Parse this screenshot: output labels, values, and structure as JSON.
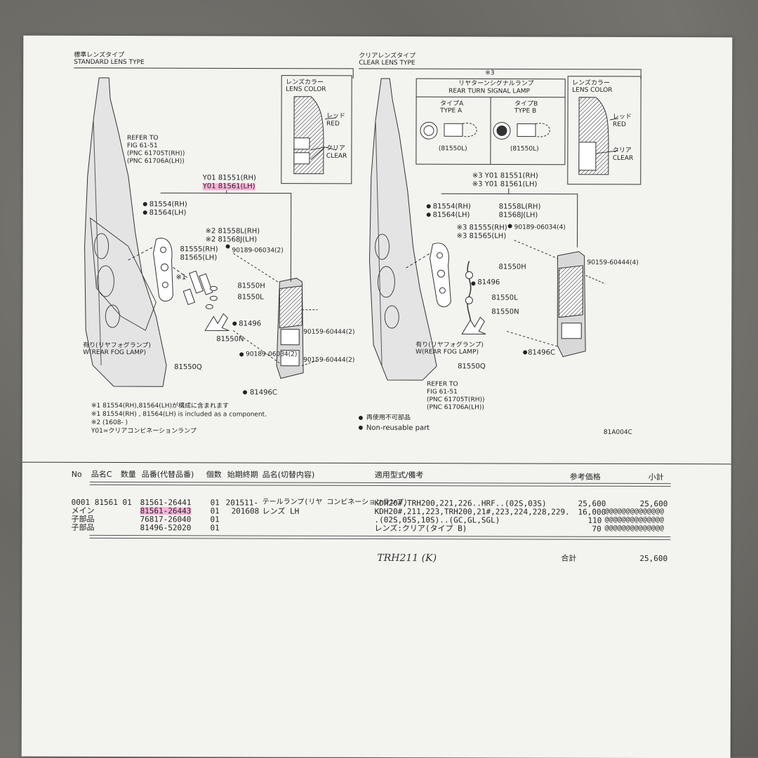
{
  "diagram": {
    "left_header_jp": "標準レンズタイプ",
    "left_header_en": "STANDARD LENS TYPE",
    "right_header_jp": "クリアレンズタイプ",
    "right_header_en": "CLEAR LENS TYPE",
    "lens_color_jp": "レンズカラー",
    "lens_color_en": "LENS COLOR",
    "red_jp": "レッド",
    "red_en": "RED",
    "clear_jp": "クリア",
    "clear_en": "CLEAR",
    "refer_to": "REFER TO",
    "fig": "FIG 61-51",
    "pnc_rh": "(PNC 61705T(RH))",
    "pnc_lh": "(PNC 61706A(LH))",
    "left_parts": {
      "y01_rh": "Y01 81551(RH)",
      "y01_lh": "Y01 81561(LH)",
      "p81554": "81554(RH)",
      "p81564": "81564(LH)",
      "x2_81558": "※2 81558L(RH)",
      "x2_81568": "※2 81568J(LH)",
      "p90189a": "90189-06034(2)",
      "p81555": "81555(RH)",
      "p81565": "81565(LH)",
      "x1": "※1",
      "p81550h": "81550H",
      "p81550l": "81550L",
      "p81496": "81496",
      "p81550n": "81550N",
      "p90159a": "90159-60444(2)",
      "fog_jp": "有り(リヤフォグランプ)",
      "fog_en": "W(REAR FOG LAMP)",
      "p90189b": "90189-06034(2)",
      "p90159b": "90159-60444(2)",
      "p81550q": "81550Q",
      "p81496c": "81496C"
    },
    "notes": [
      "※1 81554(RH),81564(LH)が構成に含まれます",
      "※1 81554(RH) , 81564(LH) is included as a component.",
      "※2 (1608-      )",
      "Y01=クリアコンビネーションランプ"
    ],
    "right_parts": {
      "x3": "※3",
      "turn_jp": "リヤターンシグナルランプ",
      "turn_en": "REAR TURN SIGNAL LAMP",
      "type_a_jp": "タイプA",
      "type_a_en": "TYPE A",
      "type_b_jp": "タイプB",
      "type_b_en": "TYPE B",
      "p81550l_a": "(81550L)",
      "p81550l_b": "(81550L)",
      "y01_rh": "※3 Y01 81551(RH)",
      "y01_lh": "※3 Y01 81561(LH)",
      "p81554": "81554(RH)",
      "p81564": "81564(LH)",
      "p81558": "81558L(RH)",
      "p81568": "81568J(LH)",
      "p90189": "90189-06034(4)",
      "p81555": "※3 81555(RH)",
      "p81565": "※3 81565(LH)",
      "p90159": "90159-60444(4)",
      "p81550h": "81550H",
      "p81496": "81496",
      "p81550l": "81550L",
      "p81550n": "81550N",
      "fog_jp": "有り(リヤフォグランプ)",
      "fog_en": "W(REAR FOG LAMP)",
      "p81550q": "81550Q",
      "p81496c": "81496C"
    },
    "legend_jp": "再使用不可部品",
    "legend_en": "Non-reusable part",
    "fig_code": "81A004C"
  },
  "table": {
    "headers": [
      "No",
      "品名C",
      "数量",
      "品番(代替品番)",
      "個数",
      "始期終期",
      "品名(切替内容)",
      "適用型式/備考",
      "参考価格",
      "小計"
    ],
    "rows": [
      {
        "c1": "0001 81561   01",
        "c2": "81561-26441",
        "c3": "01",
        "c4": "201511-",
        "c5": "テールランプ(リヤ コンビネーションランプ)",
        "c6": "KDH20#,TRH200,221,226..HRF..(02S,03S)",
        "c7": "25,600",
        "c8": "25,600"
      },
      {
        "c1": "     メイン",
        "c2": "81561-26443",
        "c3": "01",
        "c4": "201608",
        "c5": "レンズ LH",
        "c6": "KDH20#,211,223,TRH200,21#,223,224,228,229.",
        "c7": "16,000",
        "c8": "@@@@@@@@@@@@@@"
      },
      {
        "c1": "     子部品",
        "c2": "76817-26040",
        "c3": "01",
        "c4": "",
        "c5": "",
        "c6": ".(02S,05S,10S)..(GC,GL,SGL)",
        "c7": "110",
        "c8": "@@@@@@@@@@@@@@"
      },
      {
        "c1": "     子部品",
        "c2": "81496-52020",
        "c3": "01",
        "c4": "",
        "c5": "",
        "c6": "レンズ:クリア(タイプ B)",
        "c7": "70",
        "c8": "@@@@@@@@@@@@@@"
      }
    ],
    "handwritten": "TRH211 (K)",
    "total_label": "合計",
    "total_value": "25,600"
  }
}
